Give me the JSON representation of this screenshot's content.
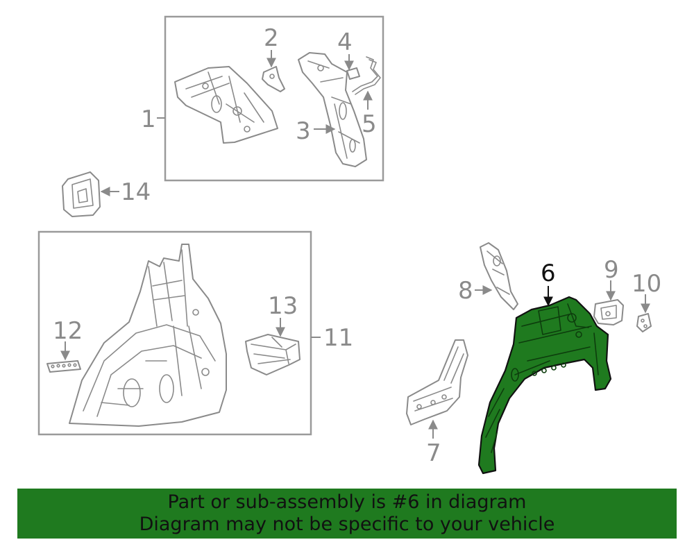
{
  "diagram": {
    "highlight_color": "#1f7a1f",
    "callouts": [
      {
        "id": "c1",
        "label": "1"
      },
      {
        "id": "c2",
        "label": "2"
      },
      {
        "id": "c3",
        "label": "3"
      },
      {
        "id": "c4",
        "label": "4"
      },
      {
        "id": "c5",
        "label": "5"
      },
      {
        "id": "c6",
        "label": "6",
        "highlighted": true
      },
      {
        "id": "c7",
        "label": "7"
      },
      {
        "id": "c8",
        "label": "8"
      },
      {
        "id": "c9",
        "label": "9"
      },
      {
        "id": "c10",
        "label": "10"
      },
      {
        "id": "c11",
        "label": "11"
      },
      {
        "id": "c12",
        "label": "12"
      },
      {
        "id": "c13",
        "label": "13"
      },
      {
        "id": "c14",
        "label": "14"
      }
    ]
  },
  "banner": {
    "line1": "Part or sub-assembly is #6 in diagram",
    "line2": "Diagram may not be specific to your vehicle"
  }
}
